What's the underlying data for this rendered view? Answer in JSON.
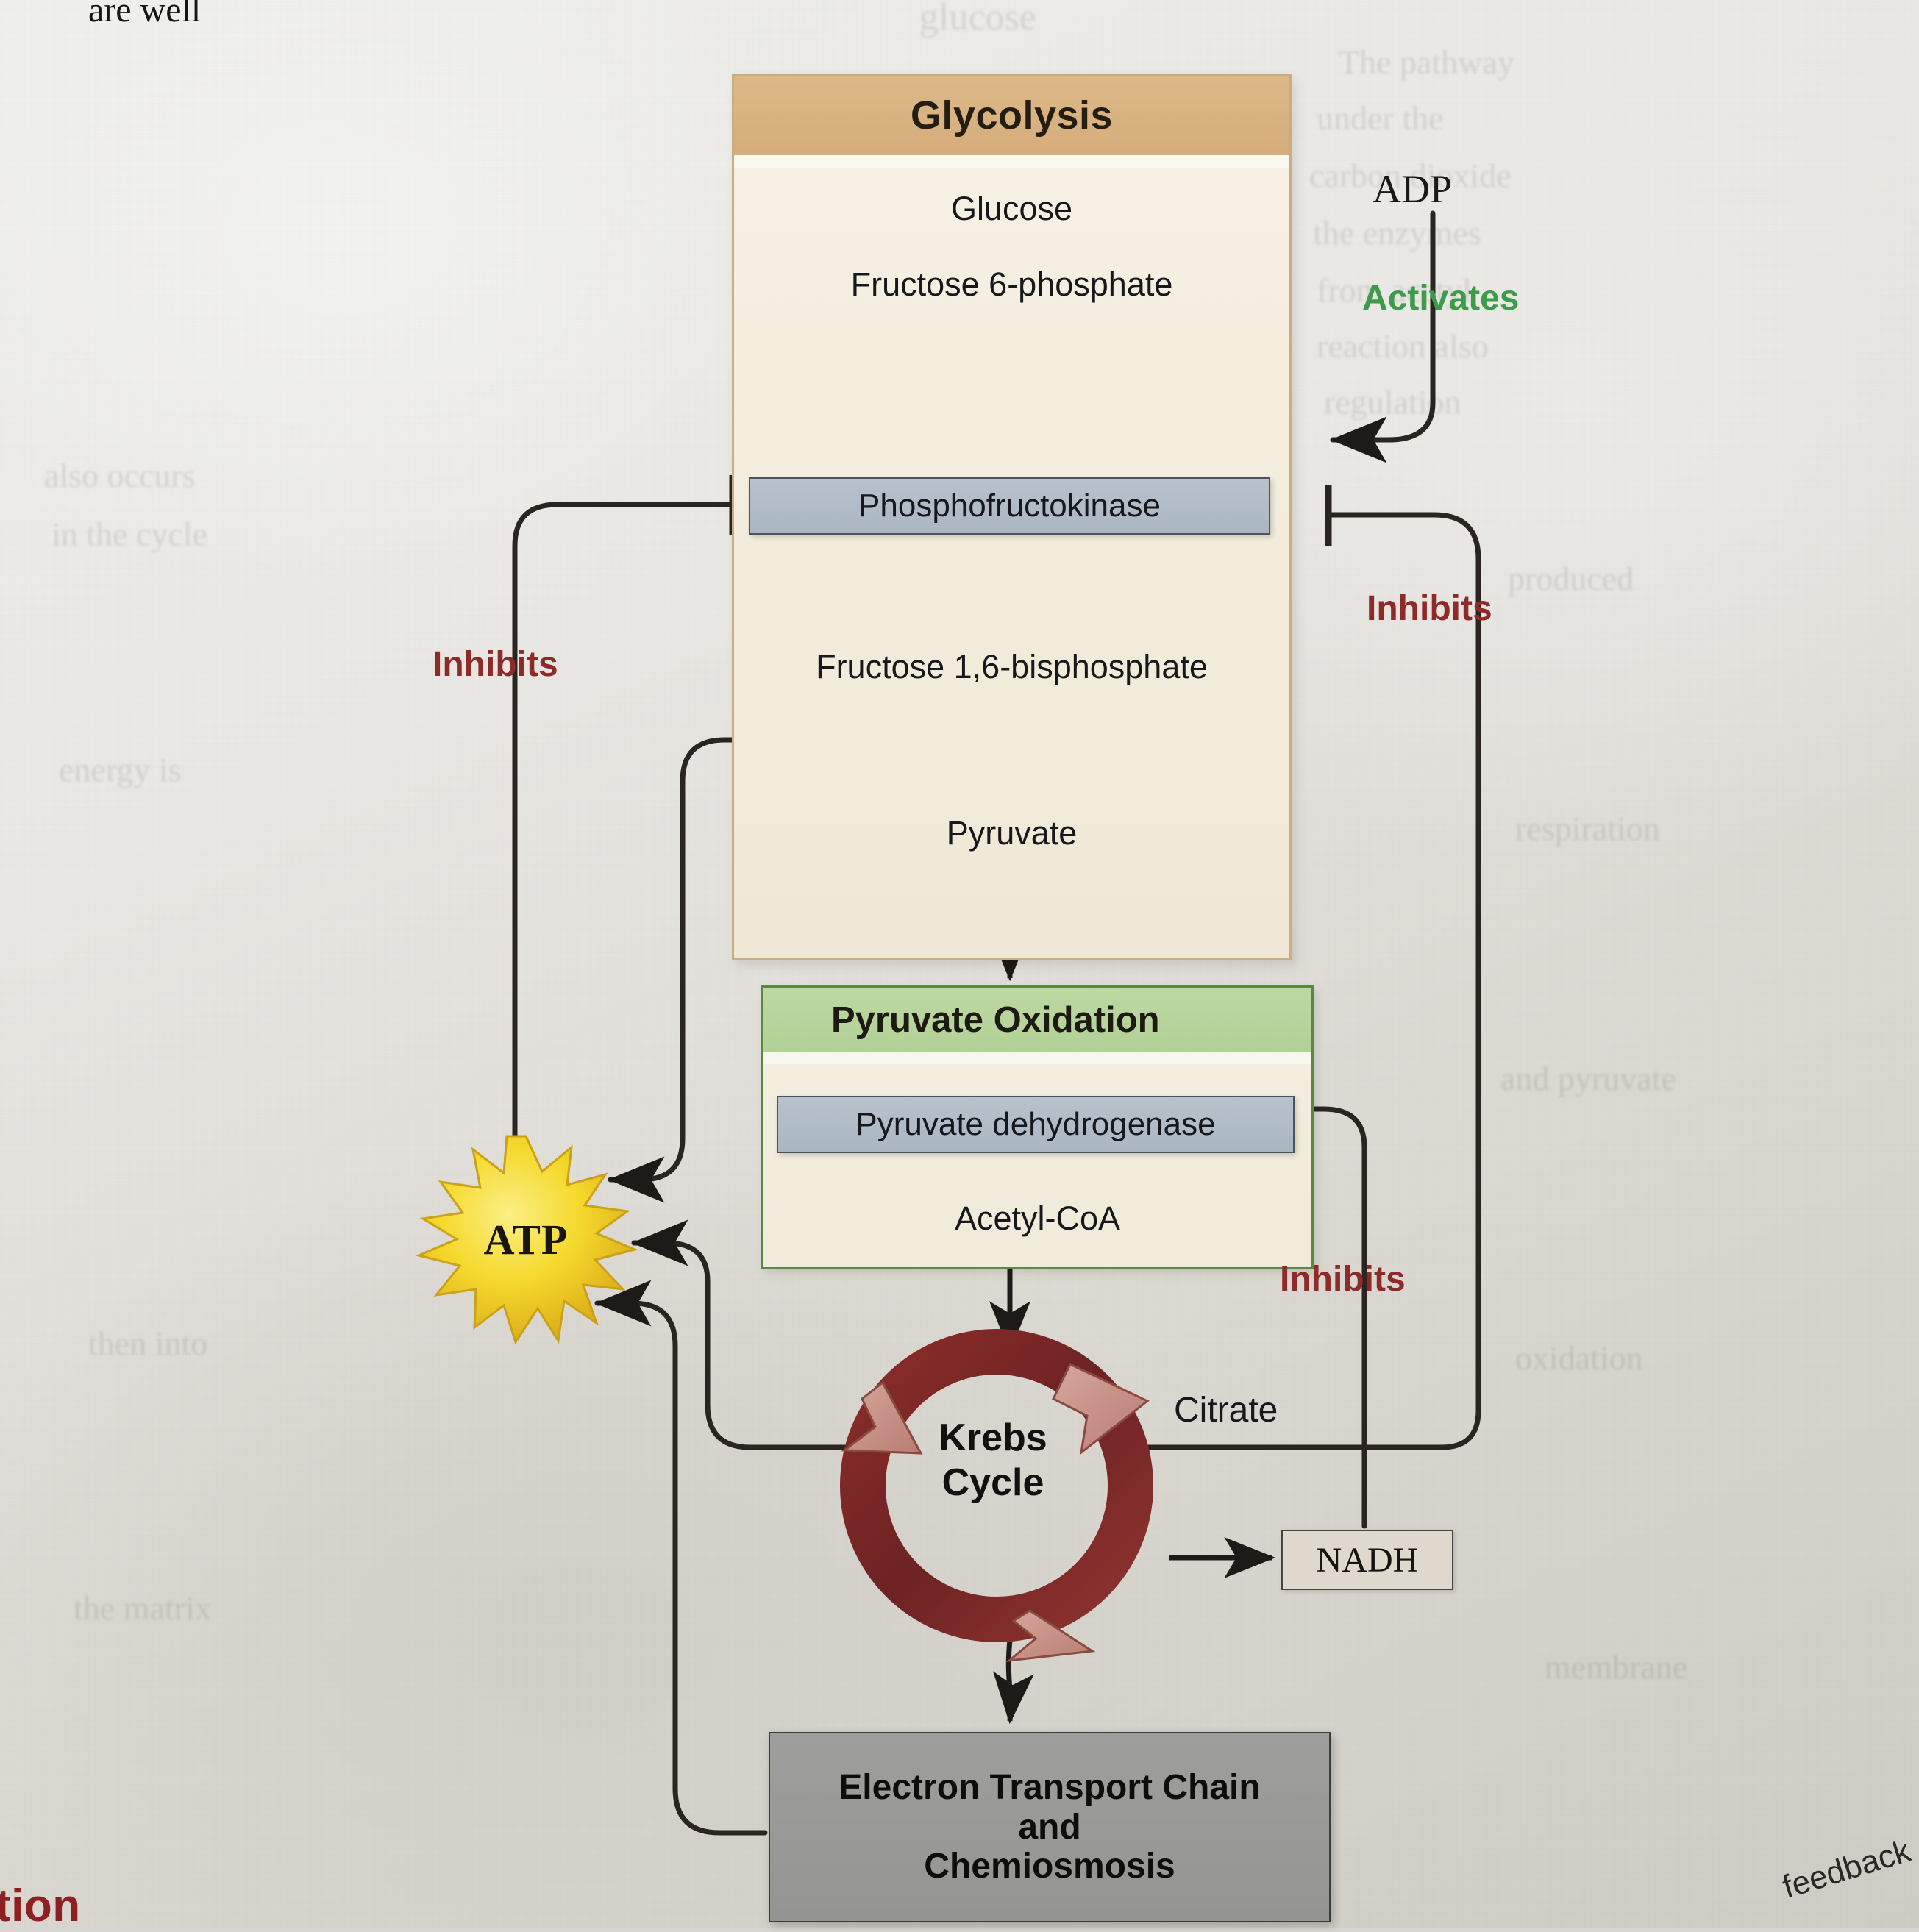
{
  "diagram": {
    "glycolysis": {
      "title": "Glycolysis",
      "steps": [
        "Glucose",
        "Fructose 6-phosphate",
        "Fructose 1,6-bisphosphate",
        "Pyruvate"
      ],
      "enzyme": "Phosphofructokinase",
      "header_color": "#d6ad7c",
      "border_color": "#c9ae7e",
      "body_color": "#f2ecdc"
    },
    "pyruvate_oxidation": {
      "title": "Pyruvate Oxidation",
      "enzyme": "Pyruvate dehydrogenase",
      "product": "Acetyl-CoA",
      "header_color": "#b2d196",
      "border_color": "#58893f",
      "body_color": "#f0ead9"
    },
    "krebs": {
      "line1": "Krebs",
      "line2": "Cycle",
      "ring_color": "#6d2322",
      "arrow_color": "#c89287"
    },
    "etc": {
      "line1": "Electron Transport Chain",
      "line2": "and",
      "line3": "Chemiosmosis",
      "fill_color": "#949492"
    },
    "molecules": {
      "adp": "ADP",
      "atp": "ATP",
      "nadh": "NADH",
      "citrate": "Citrate"
    },
    "relations": {
      "activates": "Activates",
      "inhibits_left": "Inhibits",
      "inhibits_right_top": "Inhibits",
      "inhibits_right_bottom": "Inhibits",
      "activates_color": "#3d9b4a",
      "inhibits_color": "#8e2b28"
    },
    "enzyme_box_color": "#aab6c2",
    "atp_burst_color": "#f2d024"
  },
  "page_scraps": {
    "bottom_left": "tion",
    "bottom_right": "feedback",
    "top_fragment": "are well"
  }
}
